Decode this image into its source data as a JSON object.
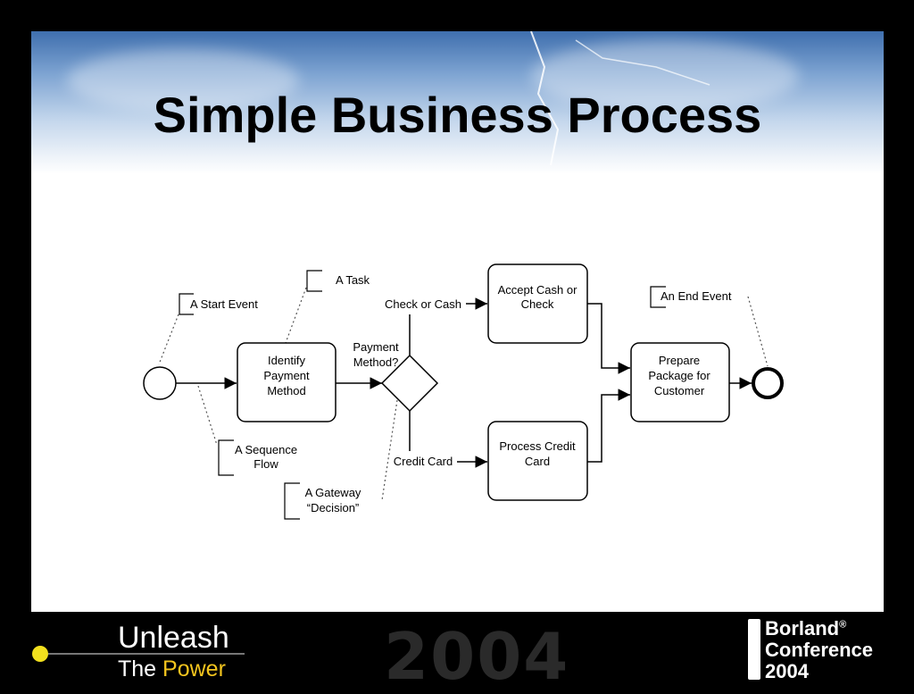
{
  "slide": {
    "title": "Simple Business Process"
  },
  "diagram": {
    "callouts": {
      "task": "A Task",
      "start_event": "A Start Event",
      "end_event": "An End Event",
      "sequence_flow_line1": "A Sequence",
      "sequence_flow_line2": "Flow",
      "gateway_line1": "A Gateway",
      "gateway_line2": "“Decision”"
    },
    "nodes": {
      "identify_line1": "Identify",
      "identify_line2": "Payment",
      "identify_line3": "Method",
      "accept_line1": "Accept Cash or",
      "accept_line2": "Check",
      "process_line1": "Process Credit",
      "process_line2": "Card",
      "prepare_line1": "Prepare",
      "prepare_line2": "Package for",
      "prepare_line3": "Customer"
    },
    "gateway": {
      "question_line1": "Payment",
      "question_line2": "Method?",
      "branch_top": "Check or Cash",
      "branch_bottom": "Credit Card"
    }
  },
  "footer": {
    "slogan_line1": "Unleash",
    "slogan_line2_a": "The ",
    "slogan_line2_b": "Power",
    "year": "2004",
    "brand_line1": "Borland",
    "brand_reg": "®",
    "brand_line2": "Conference",
    "brand_line3": "2004"
  },
  "colors": {
    "footer_accent": "#f2c41e",
    "footer_dot": "#f2e01e"
  }
}
